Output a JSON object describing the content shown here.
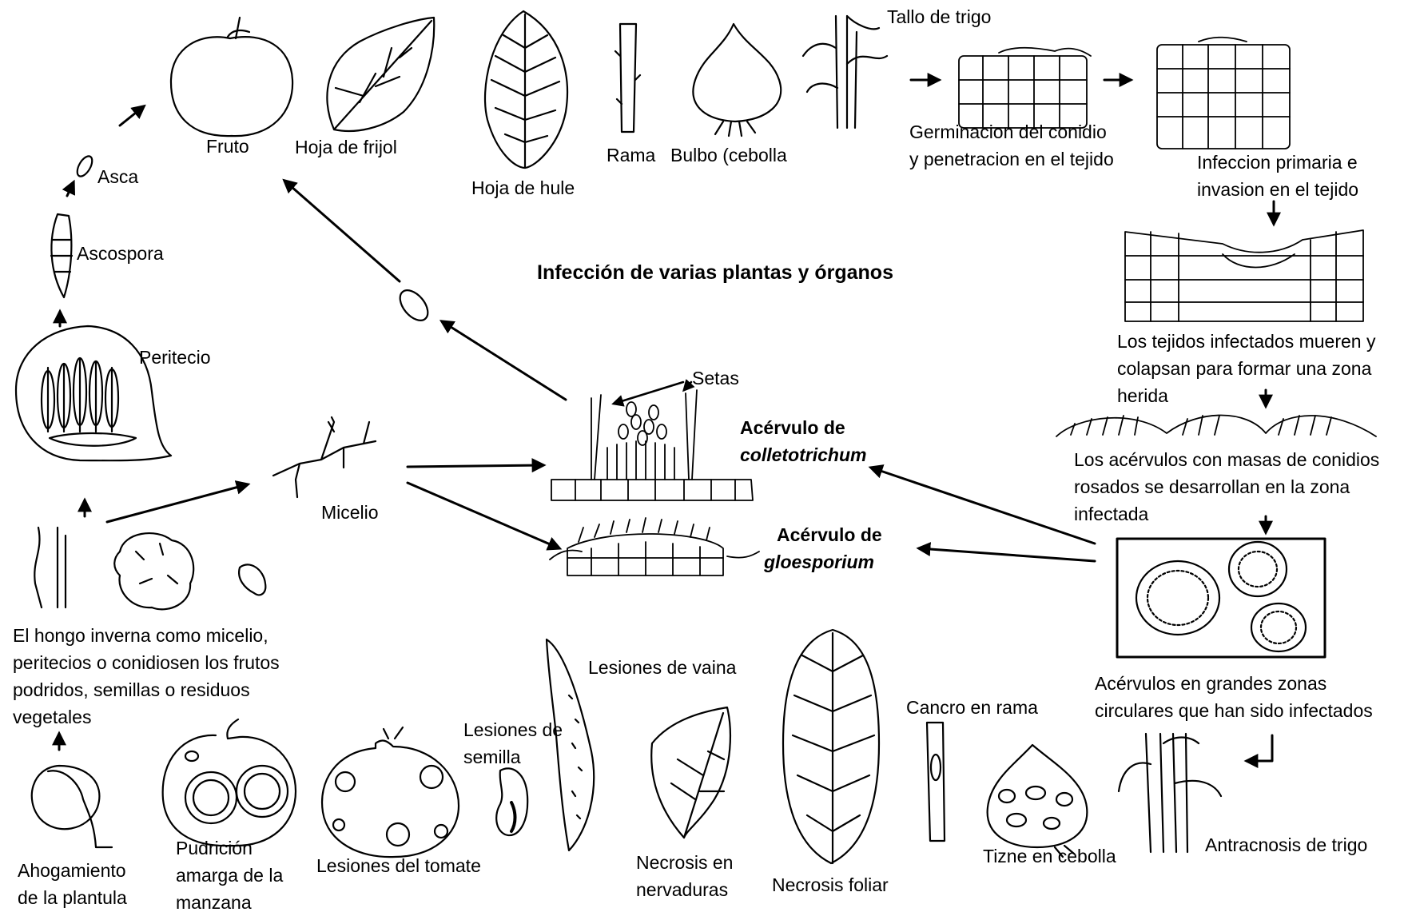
{
  "title": "Infección de varias plantas y órganos",
  "top_row": {
    "fruto": "Fruto",
    "hoja_frijol": "Hoja de frijol",
    "hoja_hule": "Hoja de hule",
    "rama": "Rama",
    "bulbo": "Bulbo (cebolla",
    "tallo_trigo": "Tallo de trigo"
  },
  "right_column": {
    "germinacion": [
      "Germinacion del conidio",
      "y penetracion en el tejido"
    ],
    "infeccion": [
      "Infeccion primaria e",
      "invasion en el tejido"
    ],
    "tejidos": [
      "Los tejidos infectados mueren y",
      "colapsan para formar una zona",
      "herida"
    ],
    "acervulos_masas": [
      "Los acérvulos con masas de conidios",
      "rosados se desarrollan en la zona",
      "infectada"
    ],
    "acervulos_zonas": [
      "Acérvulos en grandes zonas",
      "circulares que han sido infectados"
    ]
  },
  "left_column": {
    "asca": "Asca",
    "ascospora": "Ascospora",
    "peritecio": "Peritecio",
    "micelio": "Micelio",
    "inverna": [
      "El hongo inverna como micelio,",
      "peritecios o conidiosen los frutos",
      "podridos, semillas o residuos",
      "vegetales"
    ]
  },
  "center": {
    "setas": "Setas",
    "colletotrichum_prefix": "Acérvulo de",
    "colletotrichum_name": "colletotrichum",
    "gloesporium_prefix": "Acérvulo de",
    "gloesporium_name": "gloesporium"
  },
  "bottom_row": {
    "ahogamiento": [
      "Ahogamiento",
      "de la plantula"
    ],
    "pudricion": [
      "Pudrición",
      "amarga de la",
      "manzana"
    ],
    "tomate": "Lesiones del tomate",
    "semilla": [
      "Lesiones de",
      "semilla"
    ],
    "vaina": "Lesiones de vaina",
    "nervaduras": [
      "Necrosis en",
      "nervaduras"
    ],
    "foliar": "Necrosis foliar",
    "cancro": "Cancro en rama",
    "tizne": "Tizne en cebolla",
    "antracnosis": "Antracnosis de trigo"
  }
}
